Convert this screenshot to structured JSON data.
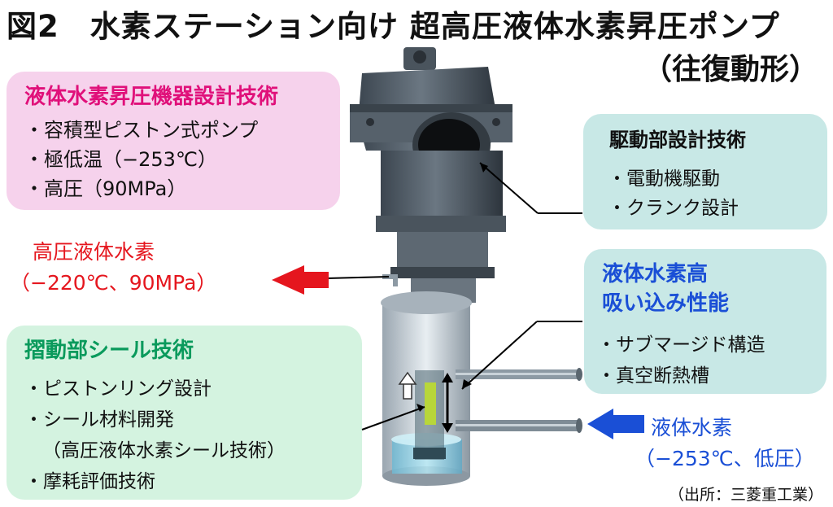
{
  "title": "図2　水素ステーション向け 超高圧液体水素昇圧ポンプ",
  "subtitle": "（往復動形）",
  "pink_box": {
    "heading": "液体水素昇圧機器設計技術",
    "items": [
      "・容積型ピストン式ポンプ",
      "・極低温（−253℃）",
      "・高圧（90MPa）"
    ]
  },
  "drive_box": {
    "heading": "駆動部設計技術",
    "items": [
      "・電動機駆動",
      "・クランク設計"
    ]
  },
  "output": {
    "line1": "高圧液体水素",
    "line2": "（−220℃、90MPa）"
  },
  "suction_box": {
    "heading_line1": "液体水素高",
    "heading_line2": "吸い込み性能",
    "items": [
      "・サブマージド構造",
      "・真空断熱槽"
    ]
  },
  "seal_box": {
    "heading": "摺動部シール技術",
    "items": [
      "・ピストンリング設計",
      "・シール材料開発",
      "（高圧液体水素シール技術）",
      "・摩耗評価技術"
    ]
  },
  "input": {
    "line1": "液体水素",
    "line2": "（−253℃、低圧）"
  },
  "source": "（出所：三菱重工業）",
  "colors": {
    "pink_bg": "#f6d2ec",
    "pink_text": "#e0107a",
    "green_bg": "#d4f3e0",
    "green_text": "#0a9a5c",
    "teal_bg": "#c8e8e6",
    "red": "#e5161e",
    "blue": "#1a4fd6"
  }
}
